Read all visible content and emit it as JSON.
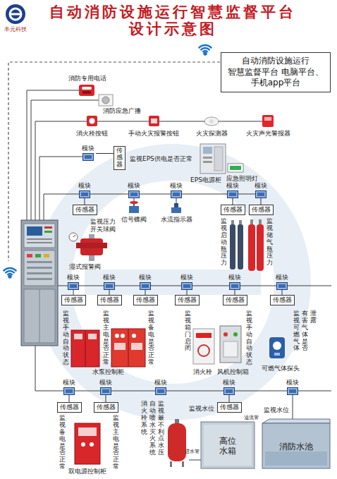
{
  "diagram": {
    "title": "自动消防设施运行智慧监督平台 设计示意图",
    "nodes": [
      {
        "text": [
          "自动消防设施运行 智慧监督平台 电脑平台、手机app平台"
        ]
      },
      {
        "text": [
          "模块"
        ]
      },
      {
        "text": [
          "传感器"
        ]
      },
      {
        "text": [
          "模块"
        ]
      },
      {
        "text": [
          "模块"
        ]
      },
      {
        "text": [
          "模块"
        ]
      },
      {
        "text": [
          "模块"
        ]
      },
      {
        "text": [
          "模块"
        ]
      },
      {
        "text": [
          "传感器"
        ]
      },
      {
        "text": [
          "传感器"
        ]
      },
      {
        "text": [
          "传感器"
        ]
      },
      {
        "text": [
          "模块"
        ]
      },
      {
        "text": [
          "模块"
        ]
      },
      {
        "text": [
          "模块"
        ]
      },
      {
        "text": [
          "模块"
        ]
      },
      {
        "text": [
          "模块"
        ]
      },
      {
        "text": [
          "模块"
        ]
      },
      {
        "text": [
          "传感器"
        ]
      },
      {
        "text": [
          "传感器"
        ]
      },
      {
        "text": [
          "传感器"
        ]
      },
      {
        "text": [
          "传感器"
        ]
      },
      {
        "text": [
          "传感器"
        ]
      },
      {
        "text": [
          "传感器"
        ]
      },
      {
        "text": [
          "模块"
        ]
      },
      {
        "text": [
          "模块"
        ]
      },
      {
        "text": [
          "模块"
        ]
      },
      {
        "text": [
          "模块"
        ]
      },
      {
        "text": [
          "模块"
        ]
      },
      {
        "text": [
          "传感器"
        ]
      },
      {
        "text": [
          "传感器"
        ]
      },
      {
        "text": [
          "传感器"
        ]
      }
    ],
    "edges": [
      {
        "from": 1,
        "to": 2,
        "arrow": "none"
      },
      {
        "from": 3,
        "to": 8,
        "arrow": "none"
      },
      {
        "from": 6,
        "to": 9,
        "arrow": "none"
      },
      {
        "from": 7,
        "to": 10,
        "arrow": "none"
      },
      {
        "from": 11,
        "to": 17,
        "arrow": "none"
      },
      {
        "from": 12,
        "to": 18,
        "arrow": "none"
      },
      {
        "from": 13,
        "to": 19,
        "arrow": "none"
      },
      {
        "from": 14,
        "to": 20,
        "arrow": "none"
      },
      {
        "from": 15,
        "to": 21,
        "arrow": "none"
      },
      {
        "from": 16,
        "to": 22,
        "arrow": "none"
      },
      {
        "from": 23,
        "to": 28,
        "arrow": "none"
      },
      {
        "from": 24,
        "to": 29,
        "arrow": "none"
      },
      {
        "from": 26,
        "to": 30,
        "arrow": "none"
      }
    ],
    "labels": [
      "丰元科技",
      "消防专用电话",
      "消防应急广播",
      "消火栓按钮",
      "手动火灾报警按钮",
      "火灾探测器",
      "火灾声光警报器",
      "监视EPS供电是否正常",
      "EPS电源柜",
      "应急照明灯",
      "监视压力 开关球阀",
      "信号蝶阀",
      "水流指示器",
      "湿式报警阀",
      "监视启动瓶压力",
      "监视储气瓶压力",
      "监视手动自动状态",
      "监视主电是否正常",
      "监视备电是否正常",
      "监视箱门启闭",
      "监视手动自动状态",
      "监视可燃气体",
      "有害气体是否",
      "泄露",
      "水泵控制柜",
      "消火栓",
      "风机控制箱",
      "可燃气体探头",
      "监视备电是否正常",
      "监视主电是否正常",
      "消火栓系统",
      "自动喷水灭火系统",
      "监视最不利点水压",
      "双电源控制柜",
      "监视水位",
      "溢流管",
      "高位 水箱",
      "进水管",
      "监视水位",
      "消防水池"
    ]
  }
}
